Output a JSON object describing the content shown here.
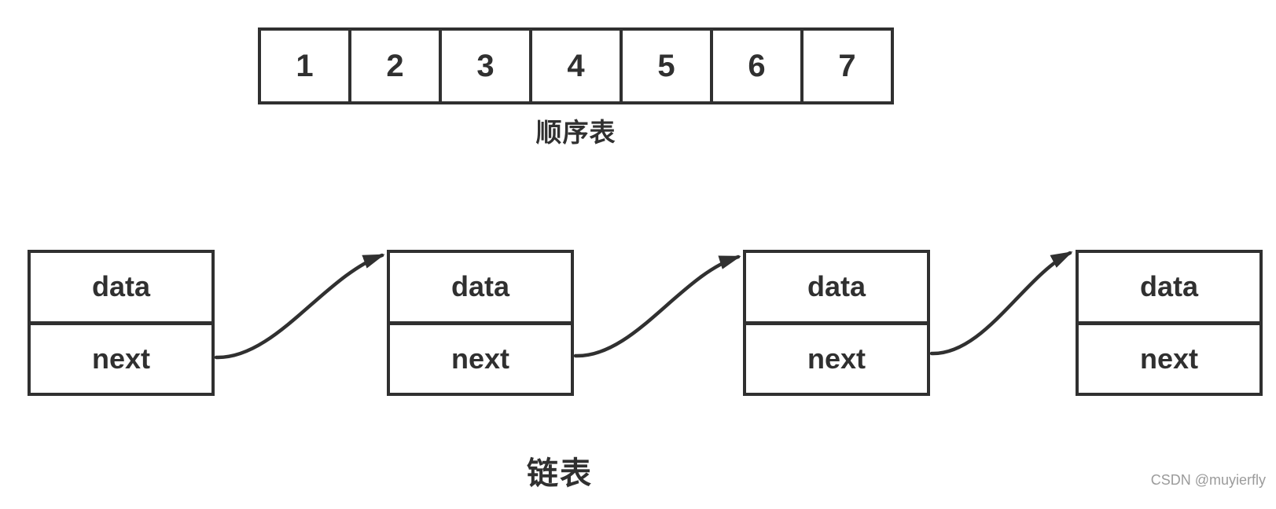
{
  "colors": {
    "ink": "#303030",
    "background": "#ffffff",
    "watermark": "#9b9b9b"
  },
  "array_section": {
    "label": "顺序表",
    "cells": [
      "1",
      "2",
      "3",
      "4",
      "5",
      "6",
      "7"
    ]
  },
  "list_section": {
    "label": "链表",
    "nodes": [
      {
        "data": "data",
        "next": "next"
      },
      {
        "data": "data",
        "next": "next"
      },
      {
        "data": "data",
        "next": "next"
      },
      {
        "data": "data",
        "next": "next"
      }
    ]
  },
  "watermark": {
    "text": "CSDN @muyierfly"
  }
}
